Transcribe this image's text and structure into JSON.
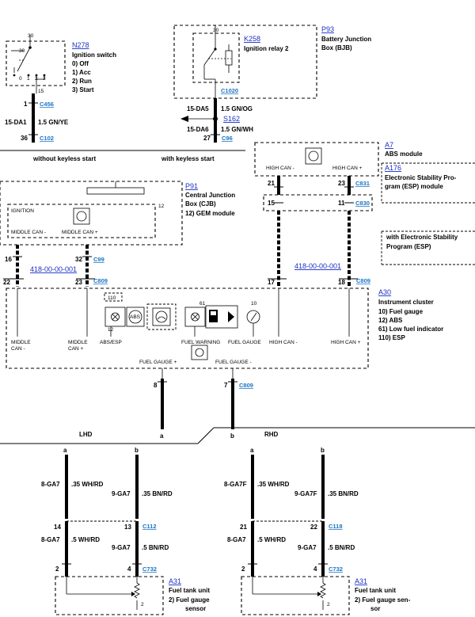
{
  "ignition_switch": {
    "ref": "N278",
    "title": "Ignition switch",
    "pin_30": "30",
    "pin_15": "15",
    "pos_0": "0",
    "pos_1": "1",
    "pos_2": "2",
    "pos_3": "3",
    "positions": [
      "0)    Off",
      "1)    Acc",
      "2)    Run",
      "3)    Start"
    ]
  },
  "relay": {
    "ref": "K258",
    "title": "Ignition relay 2",
    "pin_30": "30",
    "connector": "C1020"
  },
  "bjb": {
    "ref": "P93",
    "title_line1": "Battery Junction",
    "title_line2": "Box (BJB)"
  },
  "left_feed": {
    "pin_top": "1",
    "conn_top": "C456",
    "circuit": "15-DA1",
    "wire": "1.5 GN/YE",
    "pin_bottom": "36",
    "conn_bottom": "C102",
    "caption": "without keyless start"
  },
  "right_feed": {
    "circuit_top": "15-DA5",
    "wire_top": "1.5 GN/OG",
    "splice": "S162",
    "circuit_bottom": "15-DA6",
    "wire_bottom": "1.5 GN/WH",
    "pin_bottom": "27",
    "conn_bottom": "C96",
    "caption": "with keyless start"
  },
  "abs": {
    "ref": "A7",
    "title": "ABS module",
    "pin_left_label": "HIGH CAN -",
    "pin_right_label": "HIGH CAN +",
    "pin_left": "21",
    "pin_right": "23",
    "connector": "C831"
  },
  "esp": {
    "ref": "A176",
    "title_line1": "Electronic Stability Pro-",
    "title_line2": "gram (ESP) module",
    "pin_left": "15",
    "pin_right": "11",
    "connector": "C830",
    "note_line1": "with Electronic Stability",
    "note_line2": "Program (ESP)"
  },
  "cjb": {
    "ref": "P91",
    "title_line1": "Central Junction",
    "title_line2": "Box (CJB)",
    "item": "12)   GEM module",
    "ignition_label": "IGNITION",
    "gem_num": "12",
    "can_minus": "MIDDLE CAN -",
    "can_plus": "MIDDLE CAN +",
    "pin_left": "16",
    "pin_right": "32",
    "connector": "C99"
  },
  "refs": {
    "left": "418-00-00-001",
    "right": "418-00-00-001"
  },
  "cluster": {
    "ref": "A30",
    "title": "Instrument cluster",
    "items": [
      "10)    Fuel gauge",
      "12)    ABS",
      "61)    Low fuel indicator",
      "110)  ESP"
    ],
    "pin_l1": "22",
    "pin_l2": "23",
    "pin_r1": "17",
    "pin_r2": "18",
    "connector": "C809",
    "num_110": "110",
    "num_12": "12",
    "num_61": "61",
    "num_10": "10",
    "abs_icon": "ABS",
    "labels": {
      "mid_can_minus_1": "MIDDLE",
      "mid_can_minus_2": "CAN -",
      "mid_can_plus_1": "MIDDLE",
      "mid_can_plus_2": "CAN +",
      "abs_esp": "ABS/ESP",
      "fuel_warning": "FUEL WARNING",
      "fuel_gauge": "FUEL GAUGE",
      "high_can_minus": "HIGH CAN -",
      "high_can_plus": "HIGH CAN +",
      "fuel_gauge_plus": "FUEL GAUGE +",
      "fuel_gauge_minus": "FUEL GAUGE -"
    },
    "out_pin_left": "8",
    "out_pin_right": "7",
    "out_connector": "C809"
  },
  "split": {
    "branch_a": "a",
    "branch_b": "b",
    "lhd": "LHD",
    "rhd": "RHD"
  },
  "lhd": {
    "a": "a",
    "b": "b",
    "circuit_a1": "8-GA7",
    "wire_a1": ".35 WH/RD",
    "circuit_b1": "9-GA7",
    "wire_b1": ".35 BN/RD",
    "pin_a_mid": "14",
    "pin_b_mid": "13",
    "conn_mid": "C112",
    "circuit_a2": "8-GA7",
    "wire_a2": ".5 WH/RD",
    "circuit_b2": "9-GA7",
    "wire_b2": ".5 BN/RD",
    "pin_a_bot": "2",
    "pin_b_bot": "4",
    "conn_bot": "C732",
    "pot_pin": "2",
    "unit_ref": "A31",
    "unit_title": "Fuel tank unit",
    "unit_item_1": "2)    Fuel gauge",
    "unit_item_2": "sensor"
  },
  "rhd": {
    "a": "a",
    "b": "b",
    "circuit_a1": "8-GA7F",
    "wire_a1": ".35 WH/RD",
    "circuit_b1": "9-GA7F",
    "wire_b1": ".35 BN/RD",
    "pin_a_mid": "21",
    "pin_b_mid": "22",
    "conn_mid": "C118",
    "circuit_a2": "8-GA7",
    "wire_a2": ".5 WH/RD",
    "circuit_b2": "9-GA7",
    "wire_b2": ".5 BN/RD",
    "pin_a_bot": "2",
    "pin_b_bot": "4",
    "conn_bot": "C732",
    "pot_pin": "2",
    "unit_ref": "A31",
    "unit_title": "Fuel tank unit",
    "unit_item_1": "2)    Fuel gauge sen-",
    "unit_item_2": "sor"
  }
}
